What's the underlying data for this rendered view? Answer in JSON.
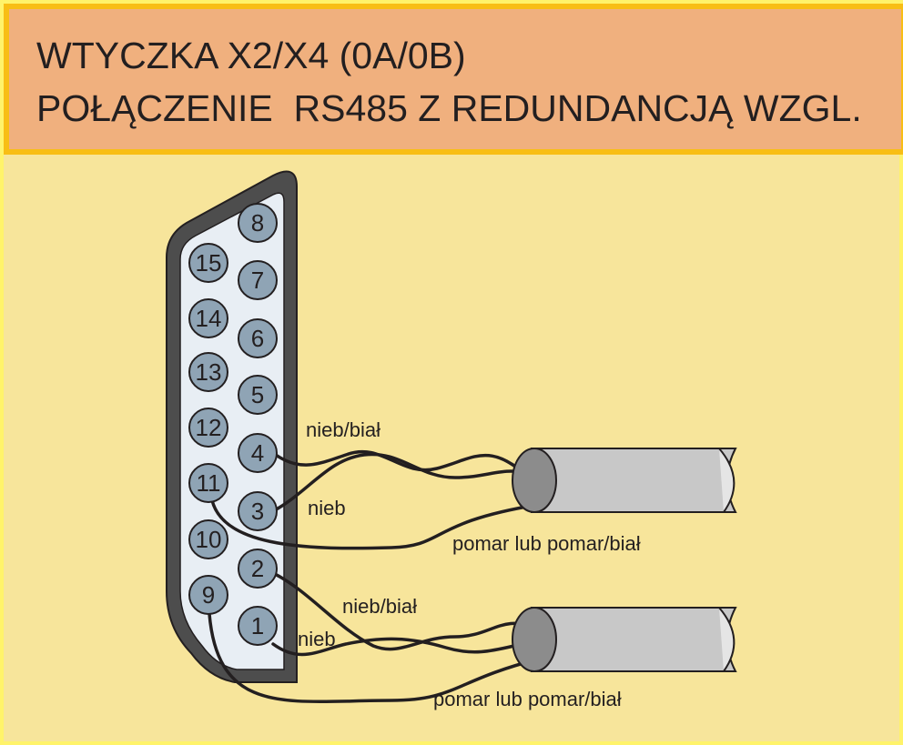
{
  "header": {
    "line1": "WTYCZKA X2/X4 (0A/0B)",
    "line2": "POŁĄCZENIE  RS485 Z REDUNDANCJĄ WZGL."
  },
  "connector": {
    "pins": [
      "1",
      "2",
      "3",
      "4",
      "5",
      "6",
      "7",
      "8",
      "9",
      "10",
      "11",
      "12",
      "13",
      "14",
      "15"
    ]
  },
  "wire_labels": {
    "upper_blue_white": "nieb/biał",
    "upper_blue": "nieb",
    "upper_orange": "pomar lub pomar/biał",
    "lower_blue_white": "nieb/biał",
    "lower_blue": "nieb",
    "lower_orange": "pomar lub pomar/biał"
  },
  "colors": {
    "header_bg": "#F0B07E",
    "header_border": "#F8BE15",
    "page_bg": "#F7E59B",
    "connector_shell": "#4D4D4D",
    "connector_face": "#E8EEF4",
    "pin_fill": "#8FA4B5",
    "cable_fill": "#C8C8C8",
    "cable_end": "#8C8C8C"
  }
}
